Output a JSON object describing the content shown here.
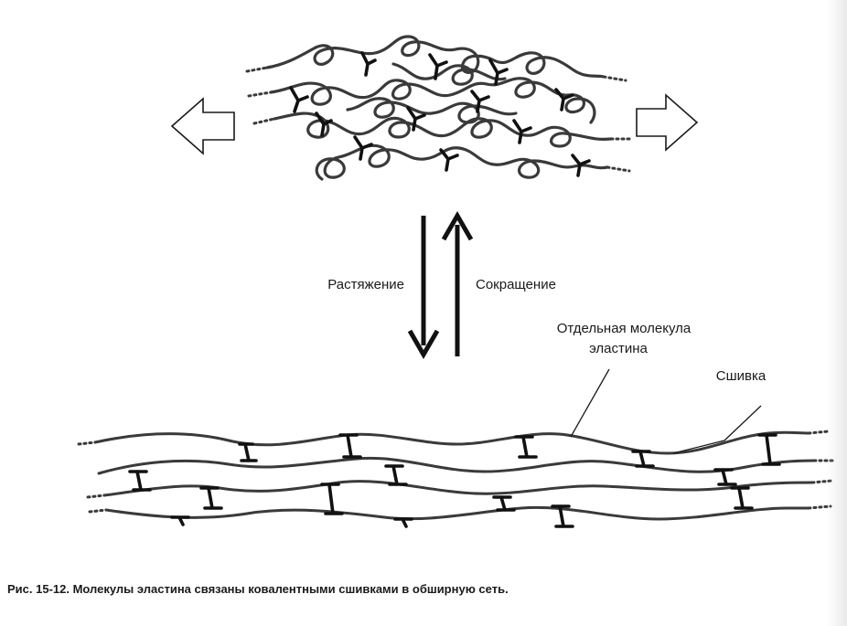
{
  "labels": {
    "stretch": "Растяжение",
    "contract": "Сокращение",
    "molecule_line1": "Отдельная молекула",
    "molecule_line2": "эластина",
    "crosslink": "Сшивка"
  },
  "caption": "Рис. 15-12. Молекулы эластина связаны ковалентными сшивками в обширную сеть.",
  "colors": {
    "ink": "#1a1a1a",
    "strand": "#3a3a3a",
    "crosslink": "#111111",
    "background": "#ffffff"
  }
}
